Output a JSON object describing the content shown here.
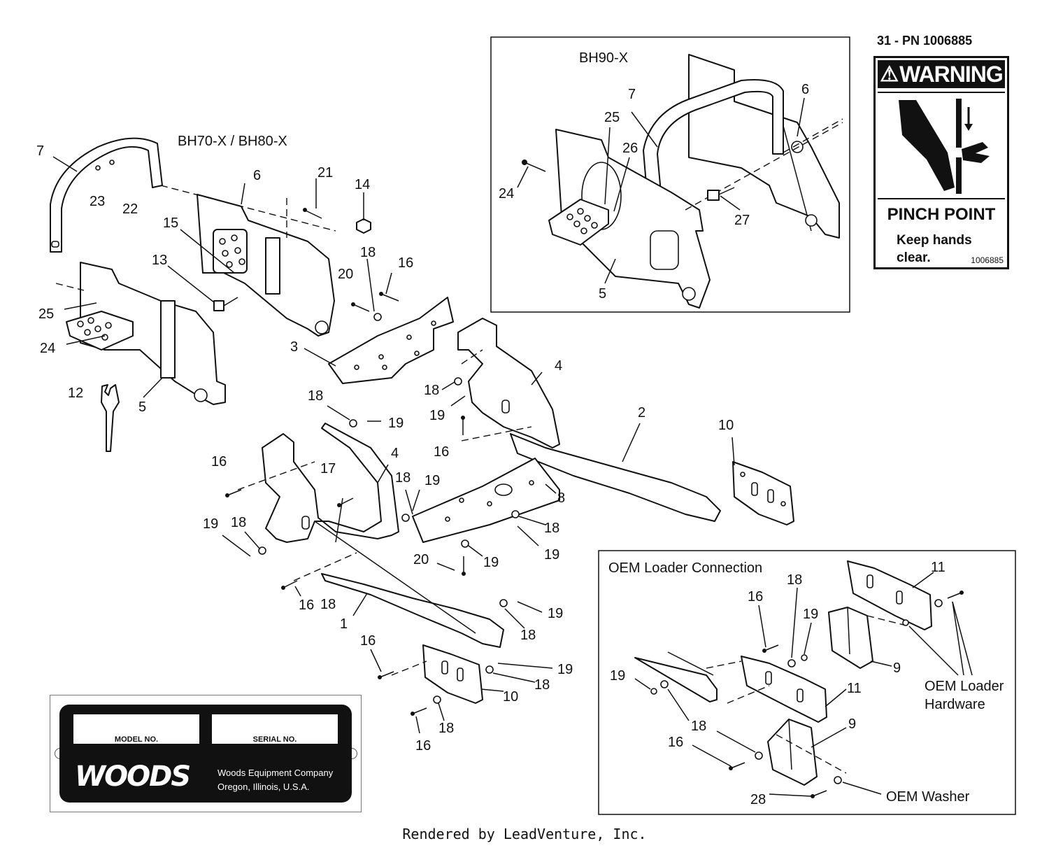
{
  "warning_decal": {
    "part_number_label": "31 - PN 1006885",
    "heading": "WARNING",
    "title": "PINCH POINT",
    "line1": "Keep hands",
    "line2": "clear.",
    "decal_code": "1006885"
  },
  "insets": {
    "bh90_title": "BH90-X",
    "bh70_title": "BH70-X / BH80-X",
    "oem_title": "OEM Loader Connection",
    "oem_hardware_line1": "OEM Loader",
    "oem_hardware_line2": "Hardware",
    "oem_washer": "OEM Washer"
  },
  "serial_plate": {
    "model_label": "MODEL NO.",
    "serial_label": "SERIAL NO.",
    "brand": "WOODS",
    "company_line1": "Woods Equipment Company",
    "company_line2": "Oregon, Illinois, U.S.A."
  },
  "callouts": [
    {
      "text": "7"
    },
    {
      "text": "23"
    },
    {
      "text": "22"
    },
    {
      "text": "6"
    },
    {
      "text": "21"
    },
    {
      "text": "14"
    },
    {
      "text": "15"
    },
    {
      "text": "13"
    },
    {
      "text": "18"
    },
    {
      "text": "16"
    },
    {
      "text": "20"
    },
    {
      "text": "25"
    },
    {
      "text": "24"
    },
    {
      "text": "3"
    },
    {
      "text": "12"
    },
    {
      "text": "5"
    },
    {
      "text": "4"
    },
    {
      "text": "18"
    },
    {
      "text": "19"
    },
    {
      "text": "18"
    },
    {
      "text": "19"
    },
    {
      "text": "2"
    },
    {
      "text": "10"
    },
    {
      "text": "16"
    },
    {
      "text": "19"
    },
    {
      "text": "16"
    },
    {
      "text": "4"
    },
    {
      "text": "17"
    },
    {
      "text": "18"
    },
    {
      "text": "19"
    },
    {
      "text": "8"
    },
    {
      "text": "19"
    },
    {
      "text": "18"
    },
    {
      "text": "18"
    },
    {
      "text": "19"
    },
    {
      "text": "20"
    },
    {
      "text": "18"
    },
    {
      "text": "16"
    },
    {
      "text": "1"
    },
    {
      "text": "19"
    },
    {
      "text": "18"
    },
    {
      "text": "16"
    },
    {
      "text": "19"
    },
    {
      "text": "18"
    },
    {
      "text": "10"
    },
    {
      "text": "16"
    },
    {
      "text": "18"
    },
    {
      "text": "7"
    },
    {
      "text": "6"
    },
    {
      "text": "25"
    },
    {
      "text": "26"
    },
    {
      "text": "24"
    },
    {
      "text": "27"
    },
    {
      "text": "5"
    },
    {
      "text": "11"
    },
    {
      "text": "18"
    },
    {
      "text": "16"
    },
    {
      "text": "19"
    },
    {
      "text": "9"
    },
    {
      "text": "19"
    },
    {
      "text": "11"
    },
    {
      "text": "18"
    },
    {
      "text": "9"
    },
    {
      "text": "16"
    },
    {
      "text": "28"
    }
  ],
  "footer": "Rendered by LeadVenture, Inc."
}
